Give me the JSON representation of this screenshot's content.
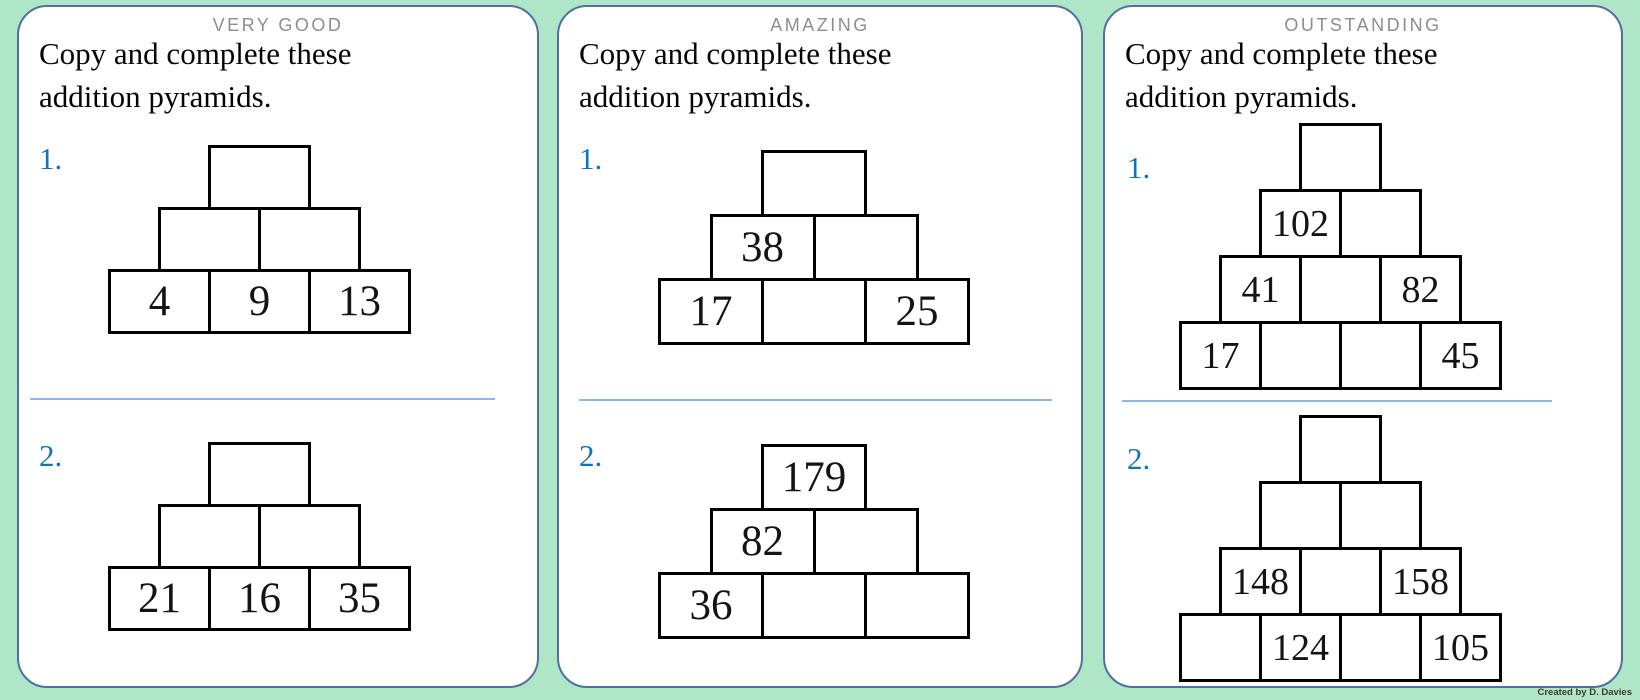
{
  "page": {
    "background_color": "#afe6c8",
    "credit": "Created by D. Davies"
  },
  "colors": {
    "accent_blue": "#1173be",
    "card_border": "#4f70a1",
    "separator_blue": "#8fb9e6",
    "label_gray": "#8e8e8e"
  },
  "cards": [
    {
      "label": "VERY GOOD",
      "instruction": "Copy and complete these addition pyramids.",
      "problems": [
        {
          "number": "1.",
          "rows": [
            [
              ""
            ],
            [
              "",
              ""
            ],
            [
              "4",
              "9",
              "13"
            ]
          ]
        },
        {
          "number": "2.",
          "rows": [
            [
              ""
            ],
            [
              "",
              ""
            ],
            [
              "21",
              "16",
              "35"
            ]
          ]
        }
      ]
    },
    {
      "label": "AMAZING",
      "instruction": "Copy and complete these addition pyramids.",
      "problems": [
        {
          "number": "1.",
          "rows": [
            [
              ""
            ],
            [
              "38",
              ""
            ],
            [
              "17",
              "",
              "25"
            ]
          ]
        },
        {
          "number": "2.",
          "rows": [
            [
              "179"
            ],
            [
              "82",
              ""
            ],
            [
              "36",
              "",
              ""
            ]
          ]
        }
      ]
    },
    {
      "label": "OUTSTANDING",
      "instruction": "Copy and complete these addition pyramids.",
      "problems": [
        {
          "number": "1.",
          "rows": [
            [
              ""
            ],
            [
              "102",
              ""
            ],
            [
              "41",
              "",
              "82"
            ],
            [
              "17",
              "",
              "",
              "45"
            ]
          ]
        },
        {
          "number": "2.",
          "rows": [
            [
              ""
            ],
            [
              "",
              ""
            ],
            [
              "148",
              "",
              "158"
            ],
            [
              "",
              "124",
              "",
              "105"
            ]
          ]
        }
      ]
    }
  ]
}
